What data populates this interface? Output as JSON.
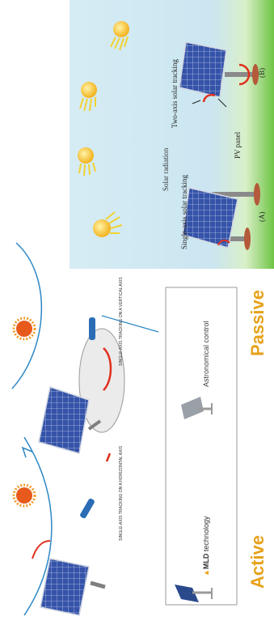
{
  "top_diagram": {
    "label_single_horizontal": "SINGLE-AXIS TRACKING ON A HORIZONTAL AXIS",
    "label_single_vertical": "SINGLE-AXIS TRACKING ON A VERTICAL AXIS"
  },
  "comparison": {
    "active_title": "Active",
    "passive_title": "Passive",
    "mld_prefix": "MLD",
    "mld_suffix": " technology",
    "astronomical": "Astronomical control"
  },
  "right_diagram": {
    "solar_radiation": "Solar radiation",
    "single_axis": "Single-axis solar tracking",
    "two_axis": "Two-axis solar tracking",
    "pv_panel": "PV panel",
    "label_a": "(A)",
    "label_b": "(B)"
  },
  "colors": {
    "orange_title": "#e6a21b",
    "sky": "#cde6f0",
    "grass": "#74c94a",
    "sun": "#f7c930",
    "panel": "#2f4c9c",
    "arrow_red": "#e0301e",
    "arrow_blue": "#2a6db5"
  }
}
